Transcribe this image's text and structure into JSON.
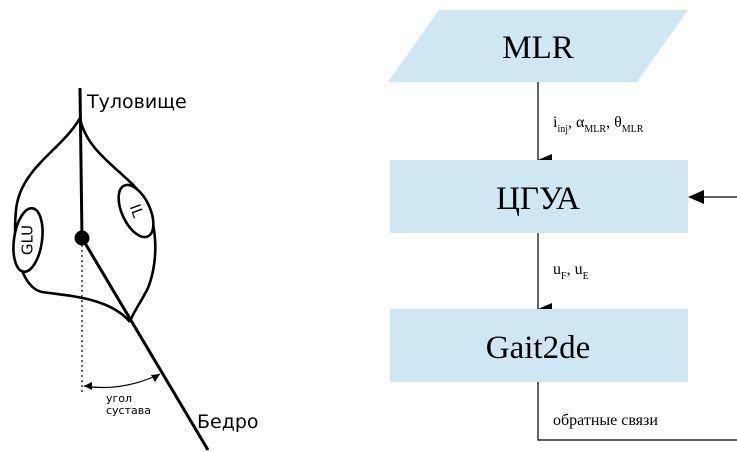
{
  "left_diagram": {
    "trunk_label": "Туловище",
    "thigh_label": "Бедро",
    "angle_label_line1": "угол",
    "angle_label_line2": "сустава",
    "extensor_muscle_label": "GLU",
    "flexor_muscle_label": "IL"
  },
  "flowchart": {
    "top_block": "MLR",
    "signal_1": {
      "i": "i",
      "i_sub": "inj",
      "a": ", α",
      "a_sub": "MLR",
      "t": ", θ",
      "t_sub": "MLR"
    },
    "middle_block": "ЦГУА",
    "signal_2": {
      "uf": "u",
      "uf_sub": "F",
      "ue": ", u",
      "ue_sub": "E"
    },
    "bottom_block": "Gait2de",
    "feedback_label": "обратные связи"
  },
  "colors": {
    "block_fill": "#cfe6f3",
    "line": "#000000"
  }
}
